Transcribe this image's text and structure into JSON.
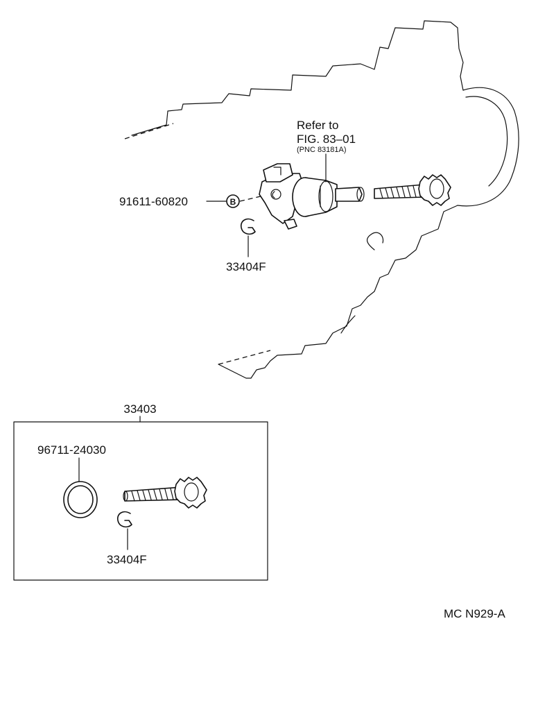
{
  "refer": {
    "line1": "Refer to",
    "line2": "FIG. 83–01",
    "line3": "(PNC 83181A)"
  },
  "parts": {
    "bolt_number": "91611-60820",
    "bolt_symbol": "B",
    "clip_top_number": "33404F",
    "assembly_number": "33403",
    "oring_number": "96711-24030",
    "clip_box_number": "33404F"
  },
  "figure_code": "MC N929-A"
}
